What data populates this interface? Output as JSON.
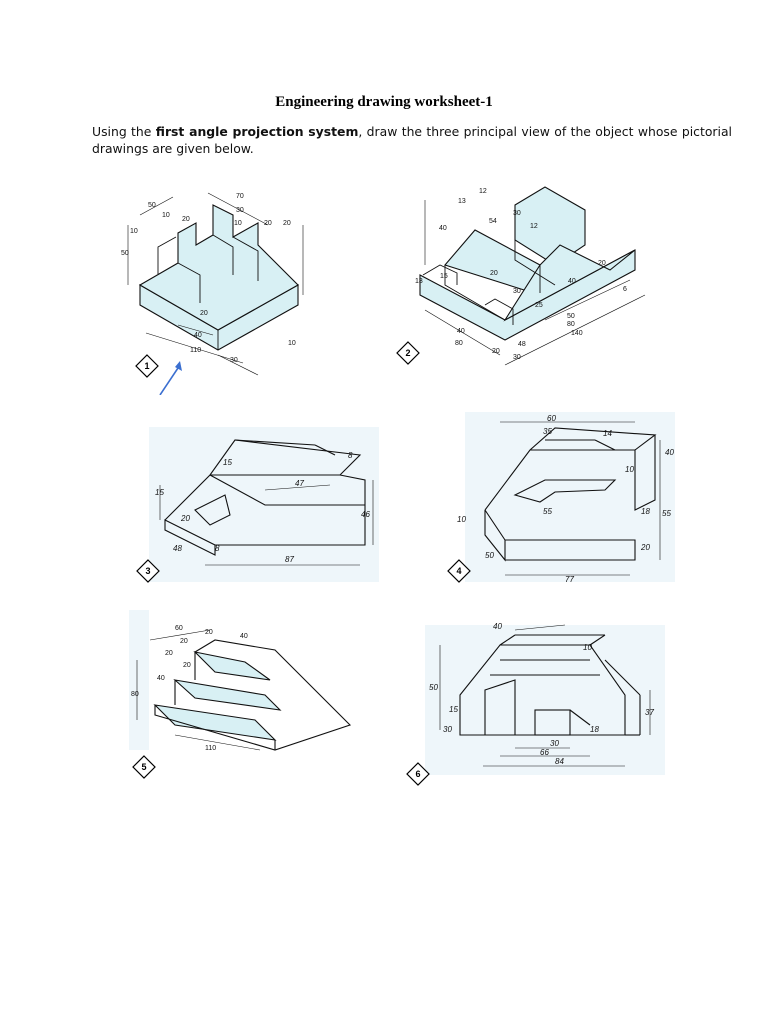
{
  "document": {
    "title": "Engineering drawing worksheet-1",
    "intro": {
      "before": "Using the ",
      "bold": "first angle projection system",
      "after": ", draw the three principal view of the object whose pictorial drawings are given below."
    }
  },
  "figures": [
    {
      "number": "1",
      "dims": [
        "50",
        "10",
        "70",
        "30",
        "20",
        "10",
        "20",
        "20",
        "10",
        "50",
        "20",
        "40",
        "110",
        "30",
        "10"
      ]
    },
    {
      "number": "2",
      "dims": [
        "12",
        "13",
        "30",
        "54",
        "12",
        "40",
        "20",
        "13",
        "15",
        "30",
        "25",
        "20",
        "40",
        "6",
        "50",
        "80",
        "140",
        "40",
        "80",
        "20",
        "48",
        "30"
      ]
    },
    {
      "number": "3",
      "dims": [
        "15",
        "15",
        "20",
        "47",
        "8",
        "48",
        "8",
        "87",
        "46"
      ]
    },
    {
      "number": "4",
      "dims": [
        "60",
        "35",
        "14",
        "40",
        "10",
        "10",
        "55",
        "18",
        "55",
        "50",
        "20",
        "77"
      ]
    },
    {
      "number": "5",
      "dims": [
        "60",
        "20",
        "20",
        "40",
        "20",
        "20",
        "40",
        "110",
        "80"
      ]
    },
    {
      "number": "6",
      "dims": [
        "40",
        "10",
        "50",
        "15",
        "30",
        "18",
        "30",
        "66",
        "84",
        "37"
      ]
    }
  ],
  "colors": {
    "fill": "#d8f0f4",
    "panel": "#eef6fa",
    "arrow": "#3b6fd0"
  }
}
